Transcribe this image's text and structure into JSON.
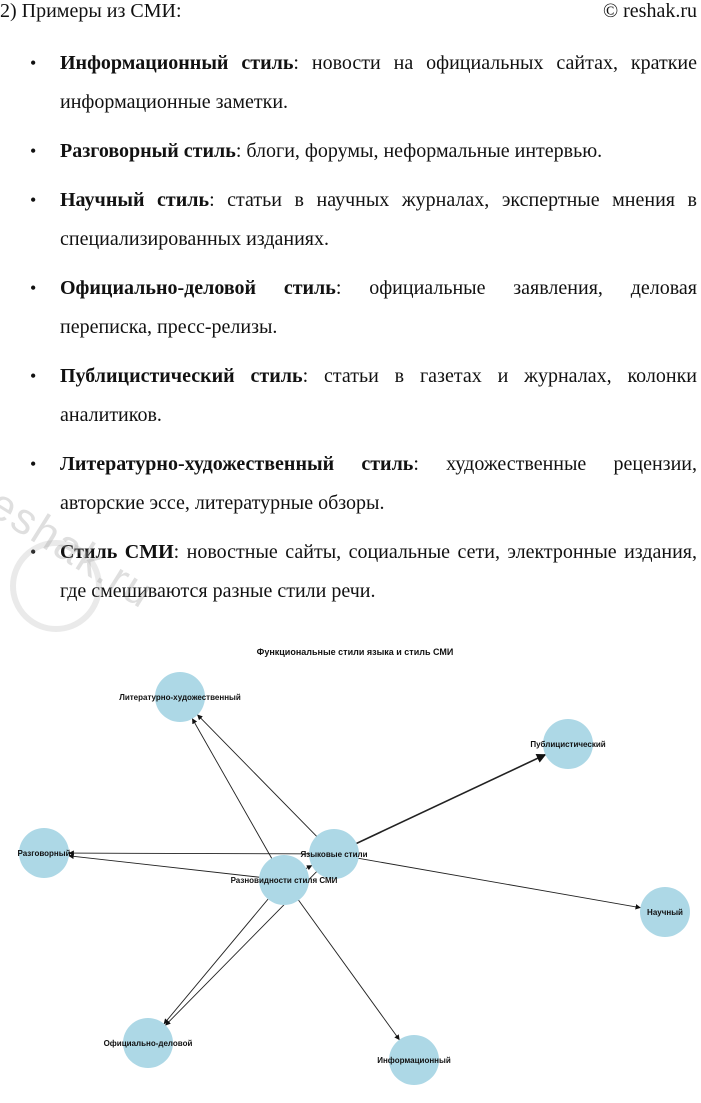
{
  "header": {
    "left": "2) Примеры из СМИ:",
    "right": "© reshak.ru"
  },
  "items": [
    {
      "term": "Информационный стиль",
      "text": ": новости на официальных сайтах, краткие информационные заметки."
    },
    {
      "term": "Разговорный стиль",
      "text": ": блоги, форумы, неформальные интервью."
    },
    {
      "term": "Научный стиль",
      "text": ": статьи в научных журналах, экспертные мнения в специализированных изданиях."
    },
    {
      "term": "Официально-деловой стиль",
      "text": ": официальные заявления, деловая переписка, пресс-релизы."
    },
    {
      "term": "Публицистический стиль",
      "text": ": статьи в газетах и журналах, колонки аналитиков."
    },
    {
      "term": "Литературно-художественный стиль",
      "text": ": художественные рецензии, авторские эссе, литературные обзоры."
    },
    {
      "term": "Стиль СМИ",
      "text": ": новостные сайты, социальные сети, электронные издания, где смешиваются разные стили речи."
    }
  ],
  "watermark": "reshak.ru",
  "diagram": {
    "title": "Функциональные стили языка и стиль СМИ",
    "node_color": "#add8e6",
    "nodes": {
      "lit": "Литературно-художественный",
      "pub": "Публицистический",
      "razg": "Разговорный",
      "yaz": "Языковые стили",
      "smi": "Разновидности стиля СМИ",
      "nauch": "Научный",
      "ofic": "Официально-деловой",
      "inform": "Информационный"
    }
  }
}
